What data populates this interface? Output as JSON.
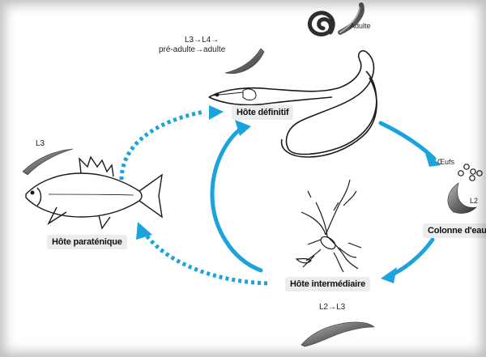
{
  "hosts": {
    "definitive": "Hôte définitif",
    "paratenic": "Hôte paraténique",
    "intermediate": "Hôte intermédiaire",
    "water": "Colonne d'eau"
  },
  "stages": {
    "adult": "Adulte",
    "definitive_line1": "L3→L4→",
    "definitive_line2": "pré-adulte→adulte",
    "paratenic": "L3",
    "eggs": "Œufs",
    "water_larva": "L2",
    "intermediate": "L2→L3"
  },
  "colors": {
    "arrow": "#1aa3dc",
    "label_bg": "#ececec",
    "larva": "#555555"
  }
}
